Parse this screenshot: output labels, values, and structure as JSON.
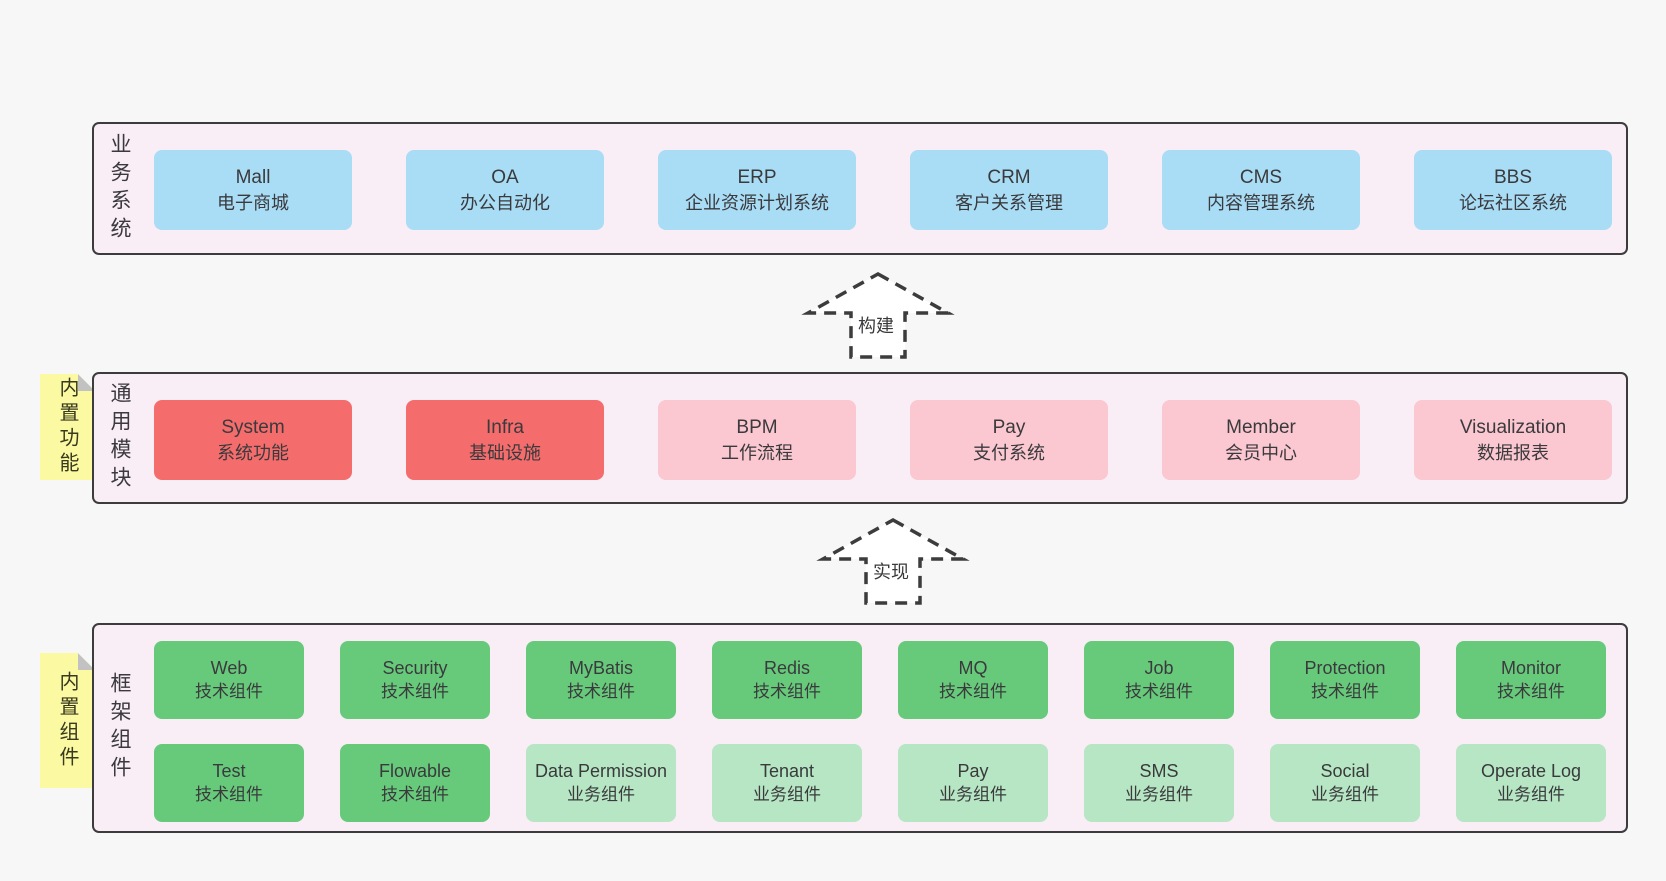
{
  "colors": {
    "page_bg": "#f7f7f7",
    "container_bg": "#f9edf6",
    "container_border": "#3c3c3c",
    "text": "#3a3a3d",
    "blue": "#a9dcf5",
    "red": "#f56c6c",
    "pink": "#fbc7d1",
    "green_dark": "#67ca7b",
    "green_light": "#b6e6c3",
    "sticky_yellow": "#fbf9a2",
    "sticky_fold": "#c2c2c2"
  },
  "layers": {
    "business": {
      "side_label": "业务系统",
      "boxes": [
        {
          "title": "Mall",
          "subtitle": "电子商城"
        },
        {
          "title": "OA",
          "subtitle": "办公自动化"
        },
        {
          "title": "ERP",
          "subtitle": "企业资源计划系统"
        },
        {
          "title": "CRM",
          "subtitle": "客户关系管理"
        },
        {
          "title": "CMS",
          "subtitle": "内容管理系统"
        },
        {
          "title": "BBS",
          "subtitle": "论坛社区系统"
        }
      ]
    },
    "modules": {
      "side_label": "通用模块",
      "sticky_label": "内置功能",
      "boxes": [
        {
          "title": "System",
          "subtitle": "系统功能",
          "variant": "red"
        },
        {
          "title": "Infra",
          "subtitle": "基础设施",
          "variant": "red"
        },
        {
          "title": "BPM",
          "subtitle": "工作流程",
          "variant": "pink"
        },
        {
          "title": "Pay",
          "subtitle": "支付系统",
          "variant": "pink"
        },
        {
          "title": "Member",
          "subtitle": "会员中心",
          "variant": "pink"
        },
        {
          "title": "Visualization",
          "subtitle": "数据报表",
          "variant": "pink"
        }
      ]
    },
    "components": {
      "side_label": "框架组件",
      "sticky_label": "内置组件",
      "row1": [
        {
          "title": "Web",
          "subtitle": "技术组件",
          "variant": "green-dark"
        },
        {
          "title": "Security",
          "subtitle": "技术组件",
          "variant": "green-dark"
        },
        {
          "title": "MyBatis",
          "subtitle": "技术组件",
          "variant": "green-dark"
        },
        {
          "title": "Redis",
          "subtitle": "技术组件",
          "variant": "green-dark"
        },
        {
          "title": "MQ",
          "subtitle": "技术组件",
          "variant": "green-dark"
        },
        {
          "title": "Job",
          "subtitle": "技术组件",
          "variant": "green-dark"
        },
        {
          "title": "Protection",
          "subtitle": "技术组件",
          "variant": "green-dark"
        },
        {
          "title": "Monitor",
          "subtitle": "技术组件",
          "variant": "green-dark"
        }
      ],
      "row2": [
        {
          "title": "Test",
          "subtitle": "技术组件",
          "variant": "green-dark"
        },
        {
          "title": "Flowable",
          "subtitle": "技术组件",
          "variant": "green-dark"
        },
        {
          "title": "Data Permission",
          "subtitle": "业务组件",
          "variant": "green-light"
        },
        {
          "title": "Tenant",
          "subtitle": "业务组件",
          "variant": "green-light"
        },
        {
          "title": "Pay",
          "subtitle": "业务组件",
          "variant": "green-light"
        },
        {
          "title": "SMS",
          "subtitle": "业务组件",
          "variant": "green-light"
        },
        {
          "title": "Social",
          "subtitle": "业务组件",
          "variant": "green-light"
        },
        {
          "title": "Operate Log",
          "subtitle": "业务组件",
          "variant": "green-light"
        }
      ]
    }
  },
  "arrows": {
    "build": "构建",
    "implement": "实现"
  }
}
